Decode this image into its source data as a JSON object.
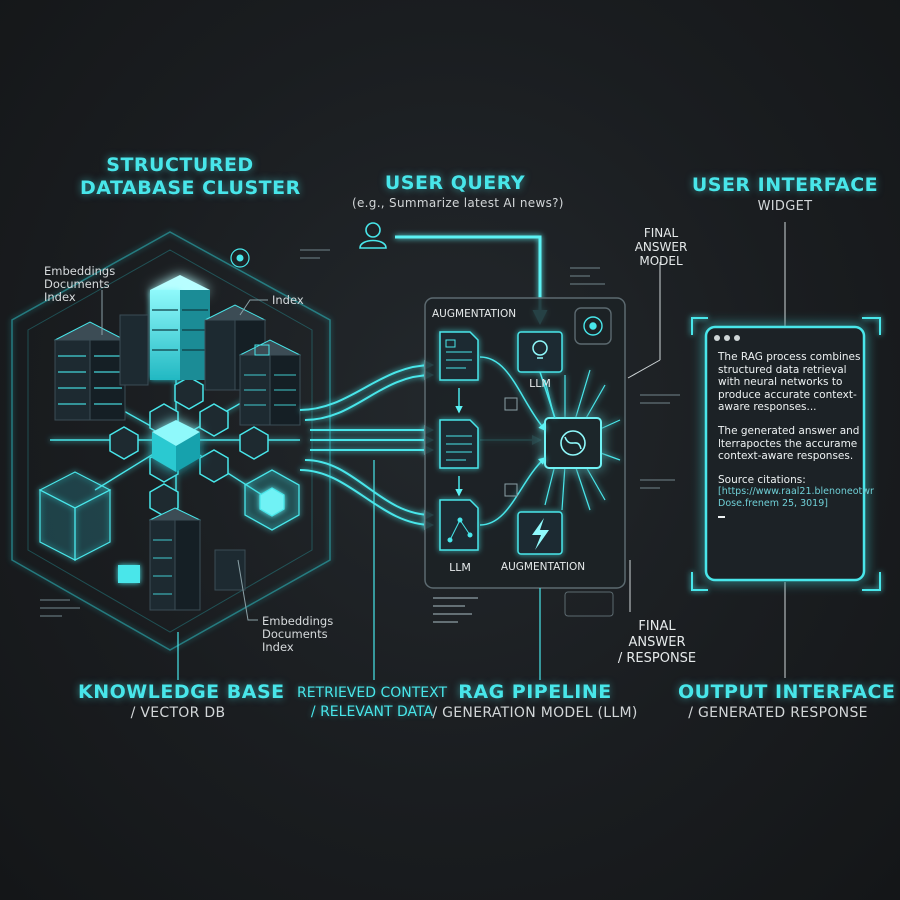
{
  "knowledge_base": {
    "cluster_title_line1": "STRUCTURED",
    "cluster_title_line2": "DATABASE CLUSTER",
    "callout_top_line1": "Embeddings",
    "callout_top_line2": "Documents",
    "callout_top_line3": "Index",
    "callout_index": "Index",
    "callout_bottom_line1": "Embeddings",
    "callout_bottom_line2": "Documents",
    "callout_bottom_line3": "Index",
    "title": "KNOWLEDGE BASE",
    "subtitle": "/ VECTOR DB"
  },
  "retrieved": {
    "line1": "RETRIEVED CONTEXT",
    "line2": "/ RELEVANT DATA"
  },
  "query": {
    "title": "USER QUERY",
    "example": "(e.g., Summarize latest AI news?)"
  },
  "pipeline": {
    "augmentation_top": "AUGMENTATION",
    "llm_top": "LLM",
    "llm_bottom": "LLM",
    "augmentation_bottom": "AUGMENTATION",
    "title": "RAG PIPELINE",
    "subtitle": "/ GENERATION MODEL (LLM)"
  },
  "final_model": {
    "line1": "FINAL",
    "line2": "ANSWER",
    "line3": "MODEL"
  },
  "final_response": {
    "line1": "FINAL",
    "line2": "ANSWER",
    "line3": "/ RESPONSE"
  },
  "ui_widget": {
    "title": "USER INTERFACE",
    "subtitle": "WIDGET",
    "paragraph1": "The RAG process combines structured data retrieval with neural networks to produce accurate context-aware responses...",
    "paragraph2": "The generated answer and lterrapoctes the accurame context-aware responses.",
    "citations_label": "Source citations:",
    "citation_text": "[https://www.raal21.blenonеotwr Dose.frenem 25, 3019]"
  },
  "output": {
    "title": "OUTPUT INTERFACE",
    "subtitle": "/ GENERATED RESPONSE"
  },
  "colors": {
    "accent": "#48e6ea",
    "background": "#181b1e",
    "server_dark": "#1e2a30",
    "text_light": "#d2d6d8"
  },
  "icons": {
    "user": "user-icon",
    "document": "document-icon",
    "lightbulb": "lightbulb-icon",
    "chip": "neural-chip-icon",
    "lightning": "lightning-icon",
    "graph": "graph-document-icon"
  }
}
